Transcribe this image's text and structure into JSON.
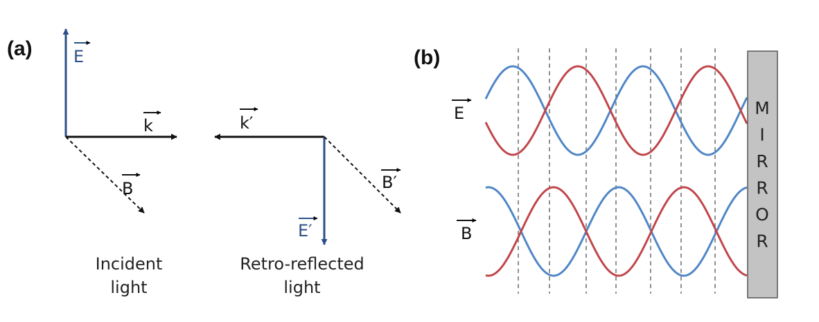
{
  "panel_a": {
    "label": "(a)",
    "incident": {
      "E": "E",
      "k": "k",
      "B": "B",
      "caption_line1": "Incident",
      "caption_line2": "light"
    },
    "reflected": {
      "E": "E′",
      "k": "k′",
      "B": "B′",
      "caption_line1": "Retro-reflected",
      "caption_line2": "light"
    }
  },
  "panel_b": {
    "label": "(b)",
    "E_label": "E",
    "B_label": "B",
    "mirror_letters": [
      "M",
      "I",
      "R",
      "R",
      "O",
      "R"
    ]
  },
  "colors": {
    "blue_vector": "#2b4f86",
    "blue_wave": "#4f86c6",
    "red_wave": "#c0464b",
    "black": "#111111",
    "mirror_fill": "#c3c3c3",
    "dashed": "#555555"
  }
}
